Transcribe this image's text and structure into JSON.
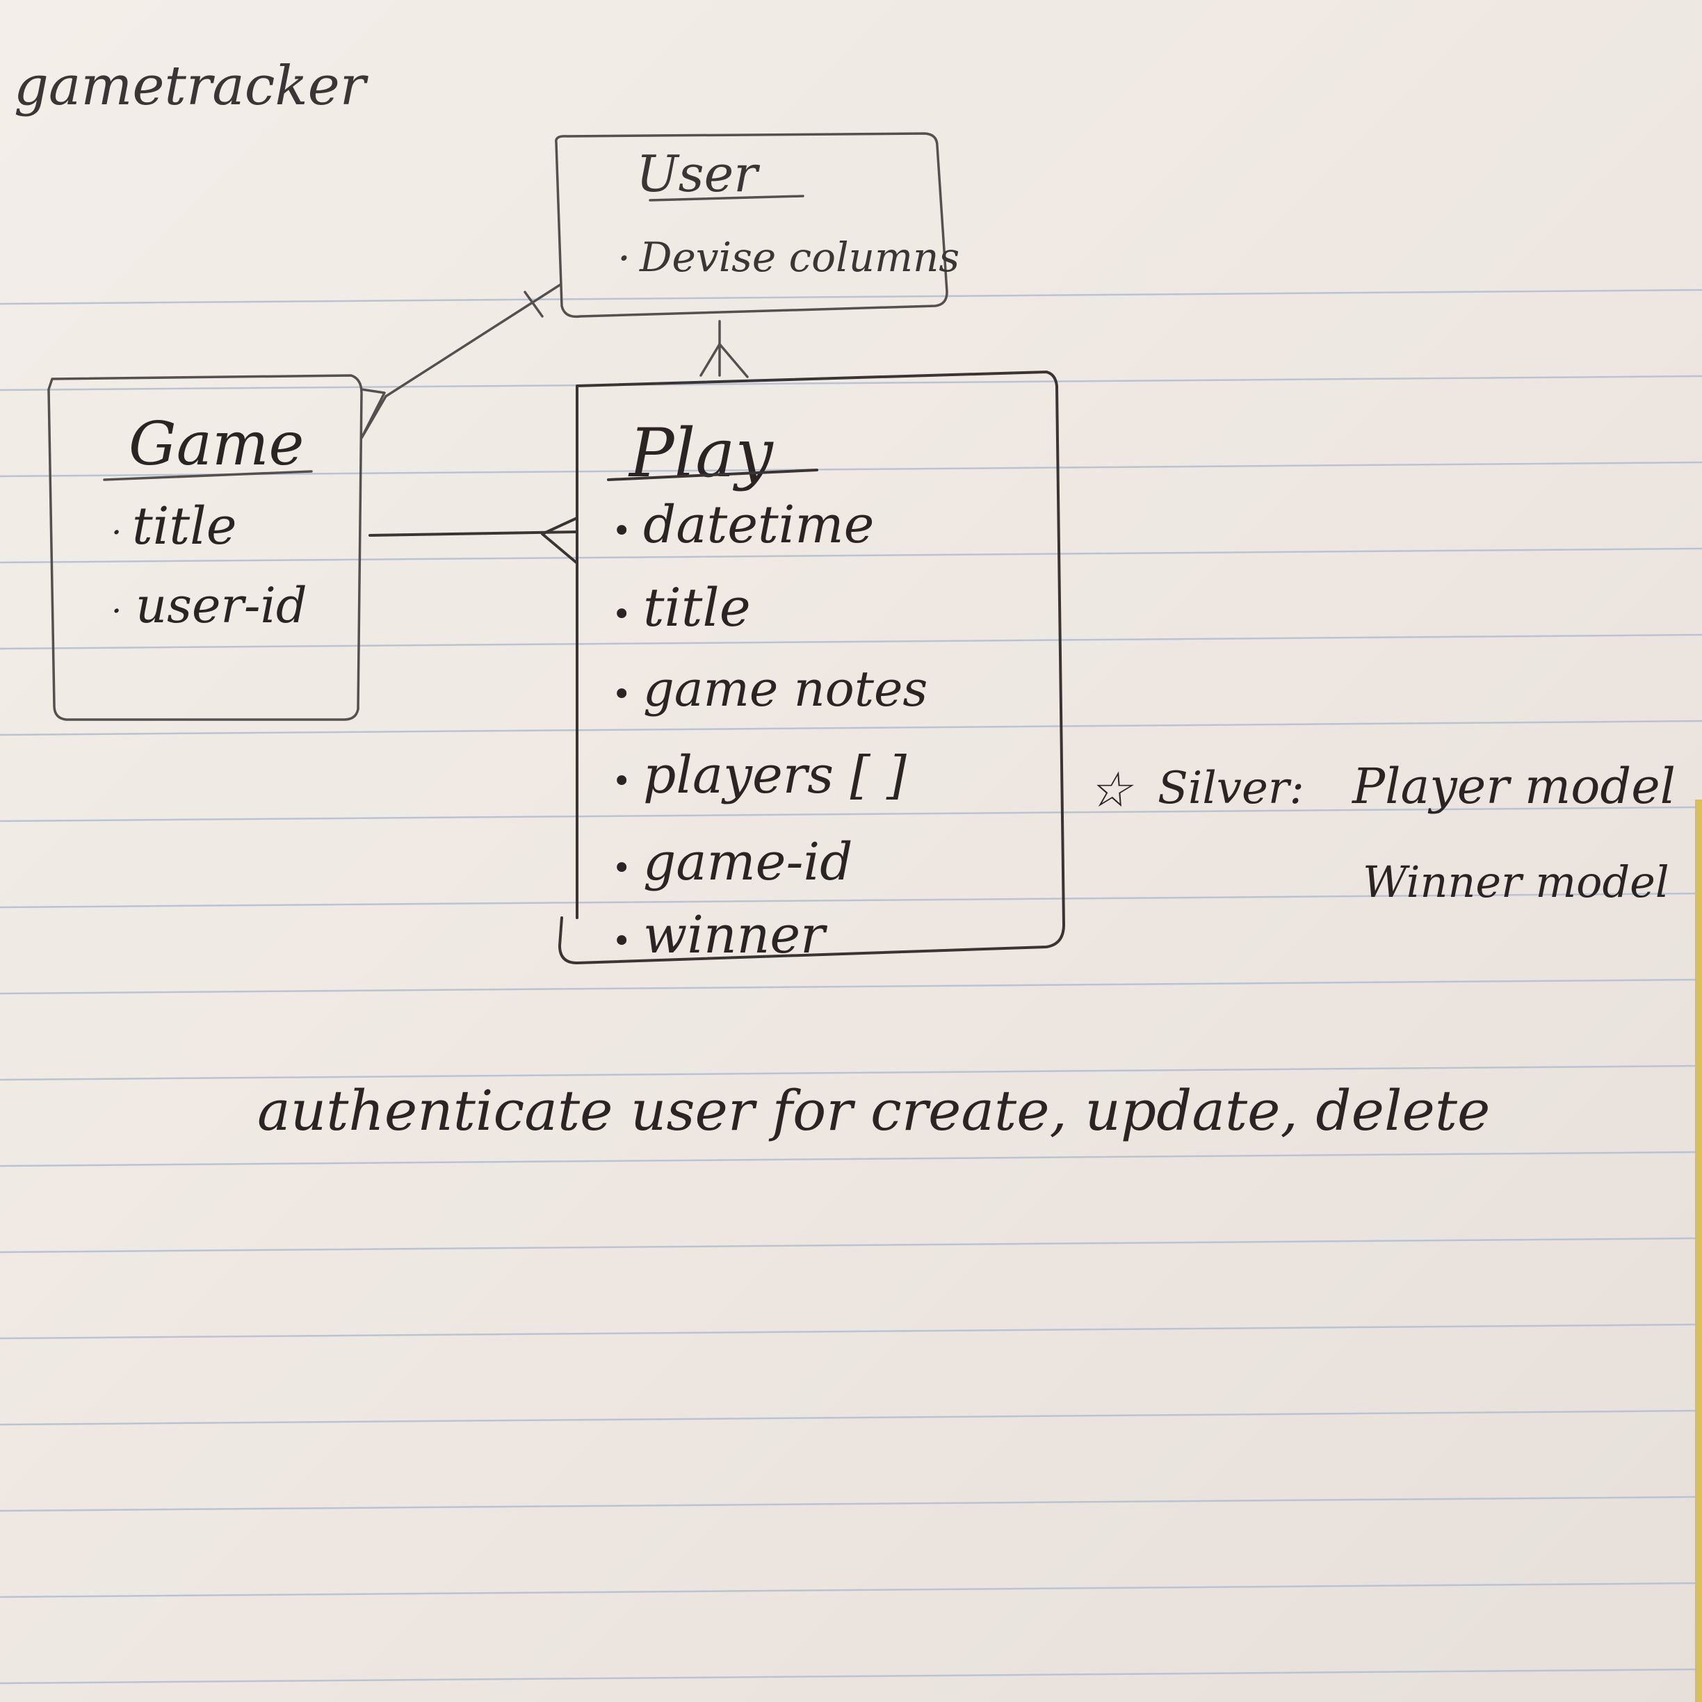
{
  "title": "gametracker",
  "entities": {
    "user": {
      "name": "User",
      "fields": [
        "Devise columns"
      ]
    },
    "game": {
      "name": "Game",
      "fields": [
        "title",
        "user-id"
      ]
    },
    "play": {
      "name": "Play",
      "fields": [
        "datetime",
        "title",
        "game notes",
        "players [ ]",
        "game-id",
        "winner"
      ]
    }
  },
  "side_note": {
    "star": "☆",
    "line1_label": "Silver:",
    "line1_text": "Player model",
    "line2_text": "Winner model"
  },
  "footer_note": "authenticate user for create, update, delete",
  "colors": {
    "ink": "#2b2424",
    "pencil": "#555050",
    "paper": "#efe9e4",
    "rule": "#b9c3d2"
  }
}
